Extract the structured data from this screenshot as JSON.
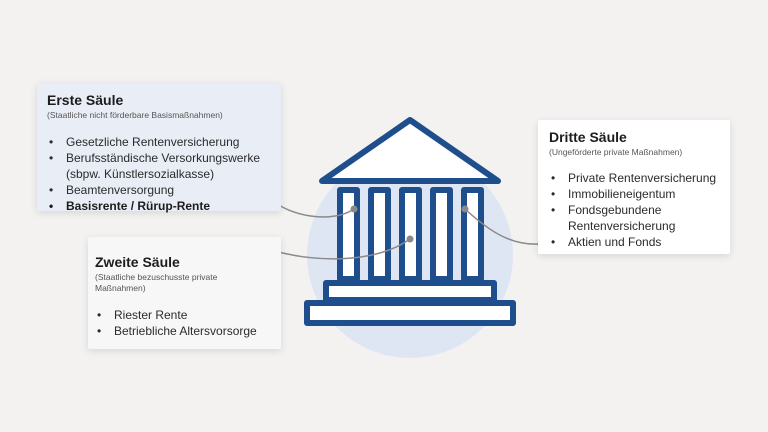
{
  "colors": {
    "background": "#f3f2f1",
    "temple_blue": "#1f4e8c",
    "halo": "#dfe6f3",
    "connector": "#8a8a8a",
    "card1_bg": "#e8edf6",
    "card2_bg": "#f7f7f8",
    "card3_bg": "#ffffff"
  },
  "icons": [
    "temple-icon"
  ],
  "cards": {
    "first": {
      "title": "Erste Säule",
      "subtitle": "(Staatliche nicht förderbare Basismaßnahmen)",
      "items": [
        "Gesetzliche Rentenversicherung",
        "Berufsständische Versorkungswerke (sbpw. Künstlersozialkasse)",
        "Beamtenversorgung",
        "Basisrente / Rürup-Rente"
      ]
    },
    "second": {
      "title": "Zweite Säule",
      "subtitle": "(Staatliche bezuschusste private Maßnahmen)",
      "items": [
        "Riester Rente",
        "Betriebliche Altersvorsorge"
      ]
    },
    "third": {
      "title": "Dritte Säule",
      "subtitle": "(Ungeförderte private Maßnahmen)",
      "items": [
        "Private Rentenversicherung",
        "Immobilieneigentum",
        "Fondsgebundene Rentenversicherung",
        "Aktien und Fonds"
      ]
    }
  }
}
